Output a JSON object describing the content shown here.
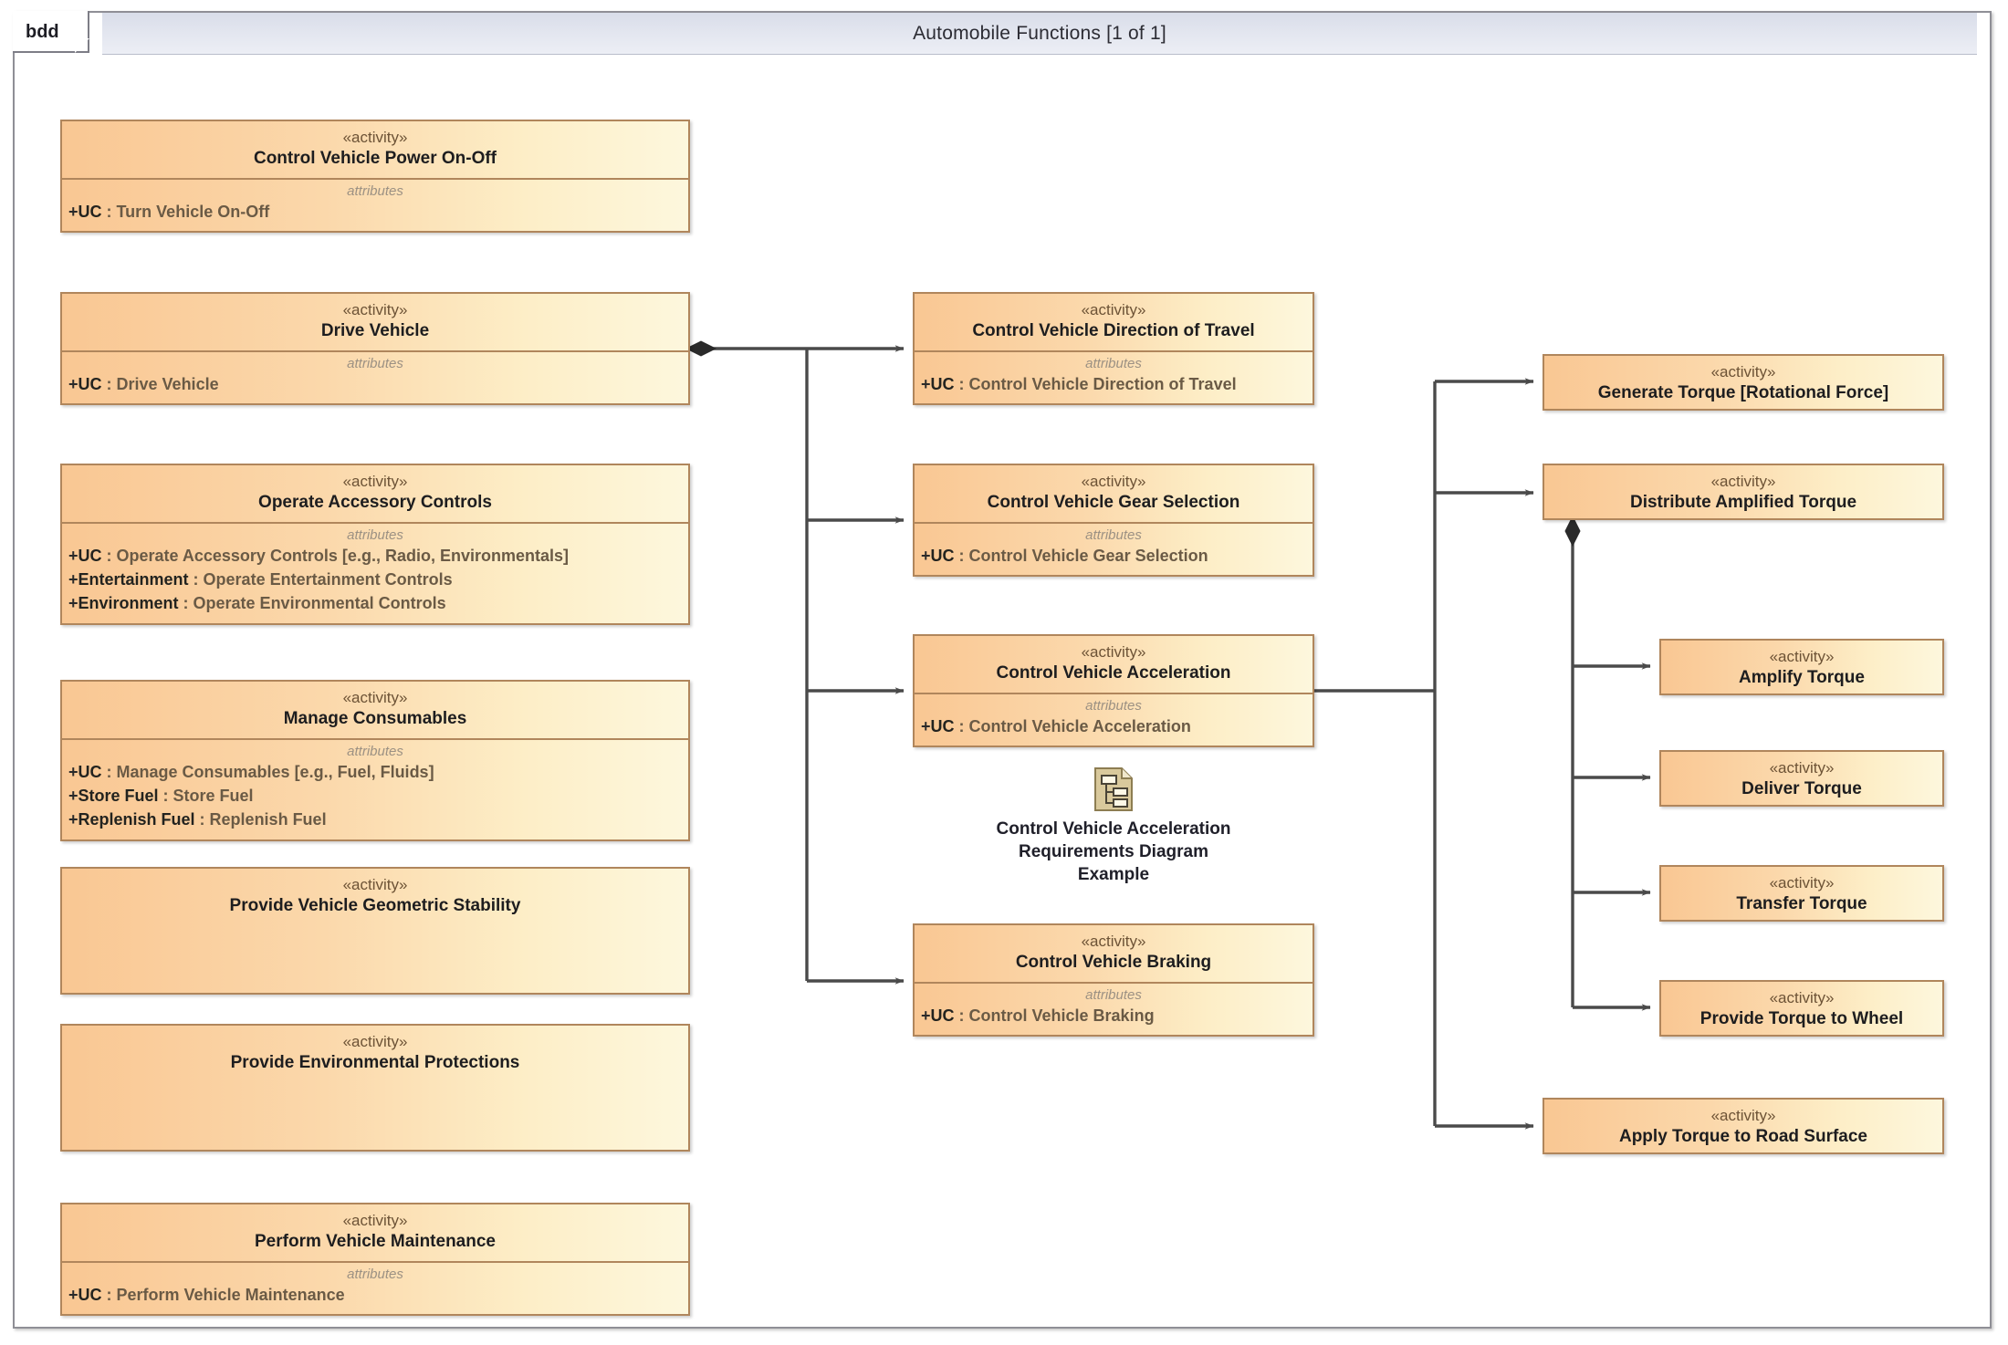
{
  "diagram": {
    "kind_tag": "bdd",
    "title": "Automobile Functions [1 of 1]",
    "stereotype": "«activity»",
    "attributes_label": "attributes"
  },
  "blocks": [
    {
      "id": "control-vehicle-power-on-off",
      "stereotype": "«activity»",
      "name": "Control Vehicle Power On-Off",
      "attributes_label": "attributes",
      "attributes": [
        {
          "visibility": "+",
          "key": "UC",
          "value": "Turn Vehicle On-Off"
        }
      ]
    },
    {
      "id": "drive-vehicle",
      "stereotype": "«activity»",
      "name": "Drive Vehicle",
      "attributes_label": "attributes",
      "attributes": [
        {
          "visibility": "+",
          "key": "UC",
          "value": "Drive Vehicle"
        }
      ]
    },
    {
      "id": "operate-accessory-controls",
      "stereotype": "«activity»",
      "name": "Operate Accessory Controls",
      "attributes_label": "attributes",
      "attributes": [
        {
          "visibility": "+",
          "key": "UC",
          "value": "Operate Accessory Controls [e.g., Radio, Environmentals]"
        },
        {
          "visibility": "+",
          "key": "Entertainment",
          "value": "Operate Entertainment Controls"
        },
        {
          "visibility": "+",
          "key": "Environment",
          "value": "Operate Environmental Controls"
        }
      ]
    },
    {
      "id": "manage-consumables",
      "stereotype": "«activity»",
      "name": "Manage Consumables",
      "attributes_label": "attributes",
      "attributes": [
        {
          "visibility": "+",
          "key": "UC",
          "value": "Manage Consumables [e.g., Fuel, Fluids]"
        },
        {
          "visibility": "+",
          "key": "Store Fuel",
          "value": "Store Fuel"
        },
        {
          "visibility": "+",
          "key": "Replenish Fuel",
          "value": "Replenish Fuel"
        }
      ]
    },
    {
      "id": "provide-vehicle-geometric-stability",
      "stereotype": "«activity»",
      "name": "Provide Vehicle Geometric Stability",
      "attributes_label": "",
      "attributes": []
    },
    {
      "id": "provide-environmental-protections",
      "stereotype": "«activity»",
      "name": "Provide Environmental Protections",
      "attributes_label": "",
      "attributes": []
    },
    {
      "id": "perform-vehicle-maintenance",
      "stereotype": "«activity»",
      "name": "Perform Vehicle Maintenance",
      "attributes_label": "attributes",
      "attributes": [
        {
          "visibility": "+",
          "key": "UC",
          "value": "Perform Vehicle Maintenance"
        }
      ]
    },
    {
      "id": "control-vehicle-direction-of-travel",
      "stereotype": "«activity»",
      "name": "Control Vehicle Direction of Travel",
      "attributes_label": "attributes",
      "attributes": [
        {
          "visibility": "+",
          "key": "UC",
          "value": "Control Vehicle Direction of Travel"
        }
      ]
    },
    {
      "id": "control-vehicle-gear-selection",
      "stereotype": "«activity»",
      "name": "Control Vehicle Gear Selection",
      "attributes_label": "attributes",
      "attributes": [
        {
          "visibility": "+",
          "key": "UC",
          "value": "Control Vehicle Gear Selection"
        }
      ]
    },
    {
      "id": "control-vehicle-acceleration",
      "stereotype": "«activity»",
      "name": "Control Vehicle Acceleration",
      "attributes_label": "attributes",
      "attributes": [
        {
          "visibility": "+",
          "key": "UC",
          "value": "Control Vehicle Acceleration"
        }
      ]
    },
    {
      "id": "control-vehicle-braking",
      "stereotype": "«activity»",
      "name": "Control Vehicle Braking",
      "attributes_label": "attributes",
      "attributes": [
        {
          "visibility": "+",
          "key": "UC",
          "value": "Control Vehicle Braking"
        }
      ]
    },
    {
      "id": "generate-torque",
      "stereotype": "«activity»",
      "name": "Generate Torque [Rotational Force]",
      "attributes_label": "",
      "attributes": []
    },
    {
      "id": "distribute-amplified-torque",
      "stereotype": "«activity»",
      "name": "Distribute Amplified Torque",
      "attributes_label": "",
      "attributes": []
    },
    {
      "id": "amplify-torque",
      "stereotype": "«activity»",
      "name": "Amplify Torque",
      "attributes_label": "",
      "attributes": []
    },
    {
      "id": "deliver-torque",
      "stereotype": "«activity»",
      "name": "Deliver Torque",
      "attributes_label": "",
      "attributes": []
    },
    {
      "id": "transfer-torque",
      "stereotype": "«activity»",
      "name": "Transfer Torque",
      "attributes_label": "",
      "attributes": []
    },
    {
      "id": "provide-torque-to-wheel",
      "stereotype": "«activity»",
      "name": "Provide Torque to Wheel",
      "attributes_label": "",
      "attributes": []
    },
    {
      "id": "apply-torque-to-road-surface",
      "stereotype": "«activity»",
      "name": "Apply Torque to Road Surface",
      "attributes_label": "",
      "attributes": []
    }
  ],
  "diagram_reference": {
    "icon": "requirements-diagram-icon",
    "label": "Control Vehicle Acceleration\nRequirements Diagram\nExample"
  },
  "colors": {
    "block_fill_left": "#F9C793",
    "block_fill_right": "#FDF7DD",
    "block_border": "#B0865C",
    "frame_border": "#8F8F96",
    "titlebar_fill": "#DEE1EC",
    "connector": "#4A4A4A",
    "stereotype_text": "#6D5336",
    "attribute_value_text": "#6A5A45",
    "diagref_icon_fill": "#D8C89A"
  }
}
